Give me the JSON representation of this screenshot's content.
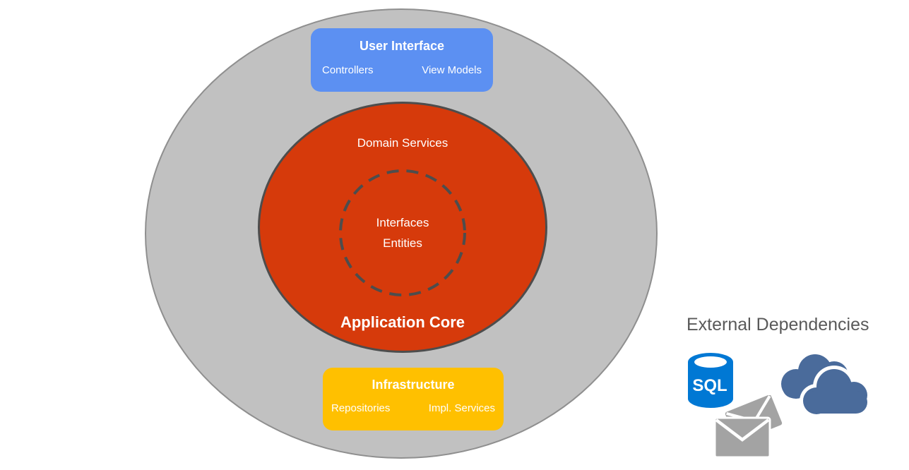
{
  "user_interface": {
    "title": "User Interface",
    "items": [
      "Controllers",
      "View Models"
    ]
  },
  "application_core": {
    "title": "Application Core",
    "domain_label": "Domain Services",
    "inner_items": [
      "Interfaces",
      "Entities"
    ]
  },
  "infrastructure": {
    "title": "Infrastructure",
    "items": [
      "Repositories",
      "Impl. Services"
    ]
  },
  "external_dependencies": {
    "title": "External Dependencies",
    "sql_label": "SQL",
    "icons": [
      "sql-database-icon",
      "cloud-icon",
      "email-envelopes-icon"
    ]
  },
  "colors": {
    "outer_ring_fill": "#C1C1C1",
    "outer_ring_border": "#8F8F8F",
    "user_interface_blue": "#5C90F2",
    "application_core_orange": "#D63A0B",
    "core_border_gray": "#4D4D4D",
    "infrastructure_gold": "#FFC000",
    "sql_blue": "#0078D4",
    "cloud_blue": "#4A6B9B",
    "envelope_gray": "#A3A3A3",
    "heading_gray": "#595959"
  }
}
